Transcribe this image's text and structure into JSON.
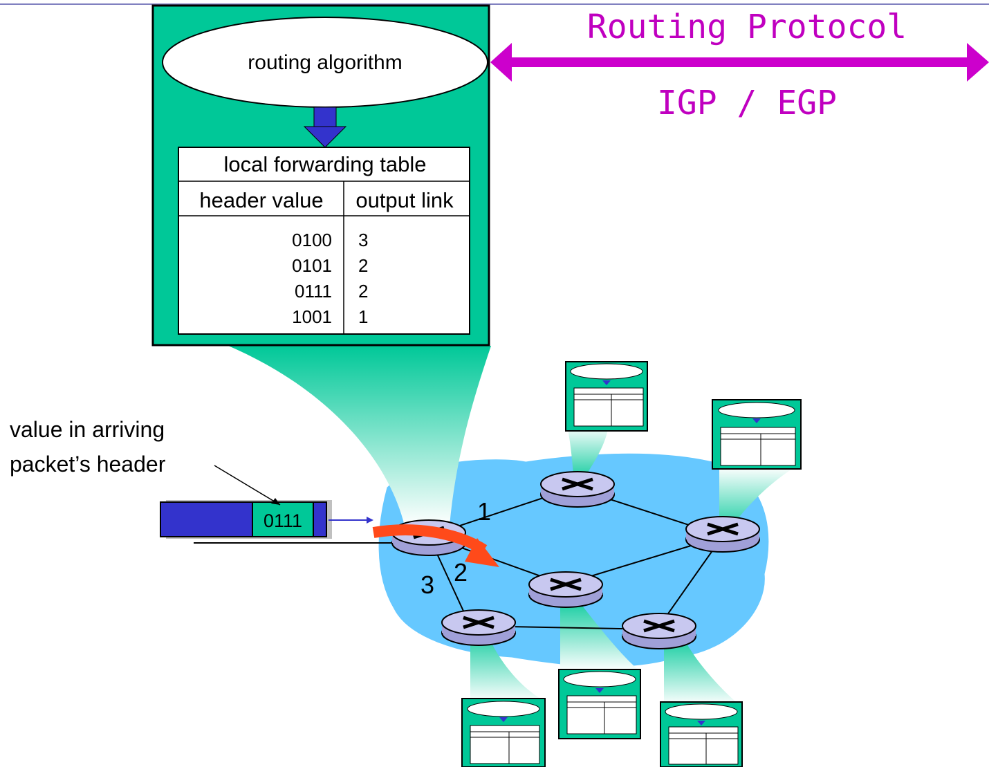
{
  "protocol": {
    "title": "Routing Protocol",
    "subtitle": "IGP / EGP"
  },
  "router_box": {
    "algorithm_label": "routing algorithm",
    "table_title": "local forwarding table",
    "col_header": "header value",
    "col_output": "output link",
    "rows": [
      {
        "header": "0100",
        "link": "3"
      },
      {
        "header": "0101",
        "link": "2"
      },
      {
        "header": "0111",
        "link": "2"
      },
      {
        "header": "1001",
        "link": "1"
      }
    ]
  },
  "packet": {
    "caption_line1": "value in arriving",
    "caption_line2": "packet’s header",
    "value": "0111"
  },
  "links": {
    "one": "1",
    "two": "2",
    "three": "3"
  },
  "colors": {
    "box_green": "#00c898",
    "cloud_blue": "#66c8ff",
    "arrow_magenta": "#cc00cc",
    "packet_blue": "#3333cc",
    "router_lavender": "#c8c8f0",
    "forward_arrow_red": "#ff4a1a"
  }
}
